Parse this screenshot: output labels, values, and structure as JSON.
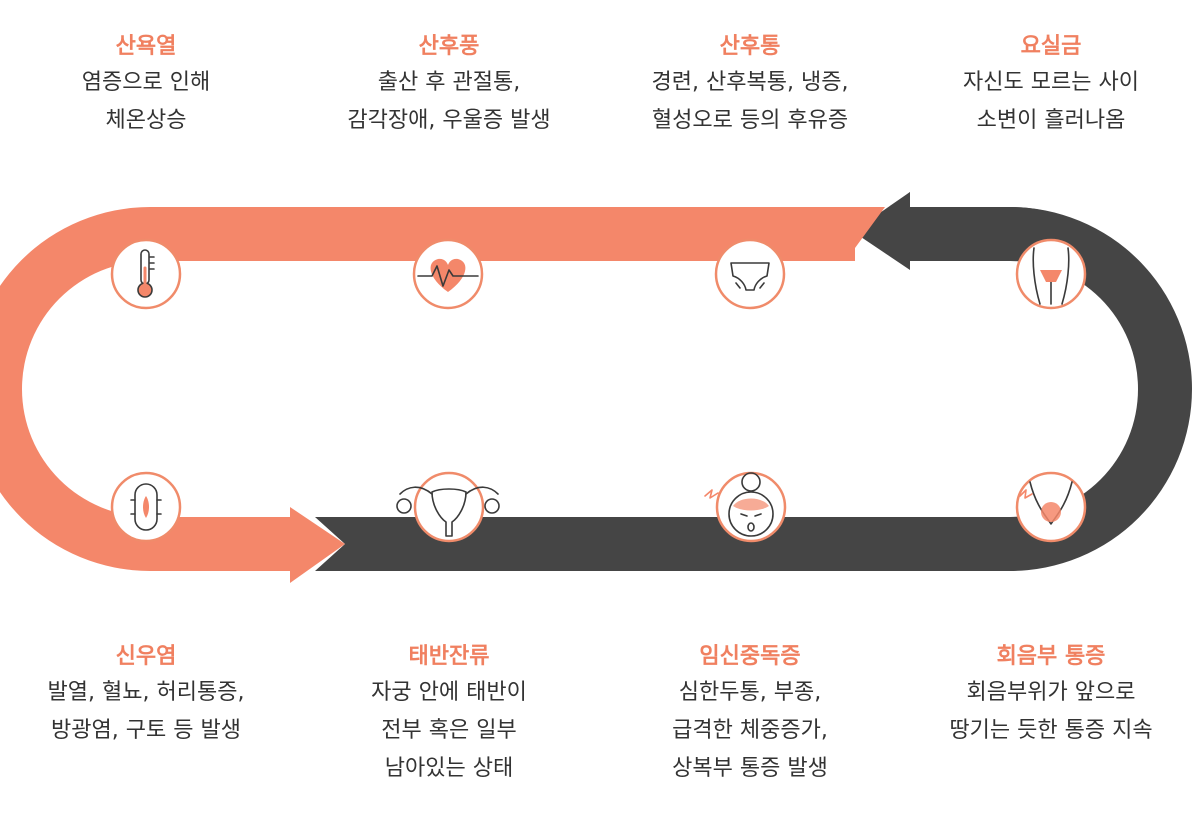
{
  "colors": {
    "accent": "#f4876a",
    "dark": "#454545",
    "title": "#f08060",
    "text": "#333333"
  },
  "items": [
    {
      "id": "postpartum-fever",
      "icon": "thermometer-icon",
      "title": "산욕열",
      "desc1": "염증으로 인해",
      "desc2": "체온상승",
      "desc3": ""
    },
    {
      "id": "postpartum-wind",
      "icon": "heartbeat-icon",
      "title": "산후풍",
      "desc1": "출산 후 관절통,",
      "desc2": "감각장애, 우울증 발생",
      "desc3": ""
    },
    {
      "id": "postpartum-pain",
      "icon": "underwear-icon",
      "title": "산후통",
      "desc1": "경련, 산후복통, 냉증,",
      "desc2": "혈성오로 등의 후유증",
      "desc3": ""
    },
    {
      "id": "incontinence",
      "icon": "pelvis-icon",
      "title": "요실금",
      "desc1": "자신도 모르는 사이",
      "desc2": "소변이 흘러나옴",
      "desc3": ""
    },
    {
      "id": "pyelonephritis",
      "icon": "sanitary-pad-icon",
      "title": "신우염",
      "desc1": "발열, 혈뇨, 허리통증,",
      "desc2": "방광염, 구토 등 발생",
      "desc3": ""
    },
    {
      "id": "placenta-retention",
      "icon": "uterus-icon",
      "title": "태반잔류",
      "desc1": "자궁 안에 태반이",
      "desc2": "전부 혹은 일부",
      "desc3": "남아있는 상태"
    },
    {
      "id": "preeclampsia",
      "icon": "headache-face-icon",
      "title": "임신중독증",
      "desc1": "심한두통, 부종,",
      "desc2": "급격한 체중증가,",
      "desc3": "상복부 통증 발생"
    },
    {
      "id": "perineum-pain",
      "icon": "perineum-pain-icon",
      "title": "회음부 통증",
      "desc1": "회음부위가 앞으로",
      "desc2": "땅기는 듯한 통증 지속",
      "desc3": ""
    }
  ]
}
